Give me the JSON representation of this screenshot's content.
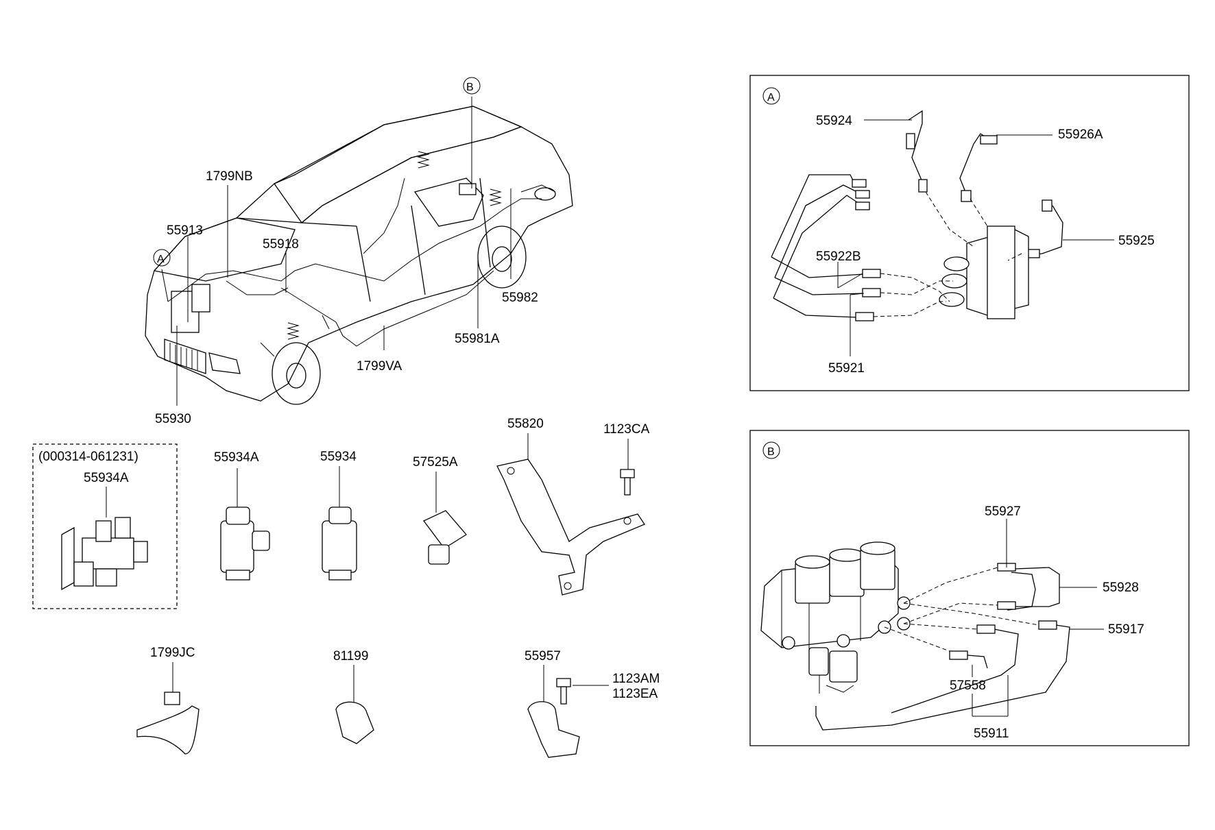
{
  "main": {
    "labels": {
      "p1799NB": "1799NB",
      "p55913": "55913",
      "p55918": "55918",
      "p55982": "55982",
      "p55981A": "55981A",
      "p1799VA": "1799VA",
      "p55930": "55930",
      "markerA": "A",
      "markerB": "B"
    }
  },
  "parts": {
    "dateRange": "(000314-061231)",
    "p55934A_boxed": "55934A",
    "p55934A": "55934A",
    "p55934": "55934",
    "p57525A": "57525A",
    "p55820": "55820",
    "p1123CA": "1123CA",
    "p1799JC": "1799JC",
    "p81199": "81199",
    "p55957": "55957",
    "p1123AM": "1123AM",
    "p1123EA": "1123EA"
  },
  "detailA": {
    "marker": "A",
    "p55924": "55924",
    "p55926A": "55926A",
    "p55925": "55925",
    "p55922B": "55922B",
    "p55921": "55921"
  },
  "detailB": {
    "marker": "B",
    "p55927": "55927",
    "p55928": "55928",
    "p55917": "55917",
    "p57558": "57558",
    "p55911": "55911"
  }
}
